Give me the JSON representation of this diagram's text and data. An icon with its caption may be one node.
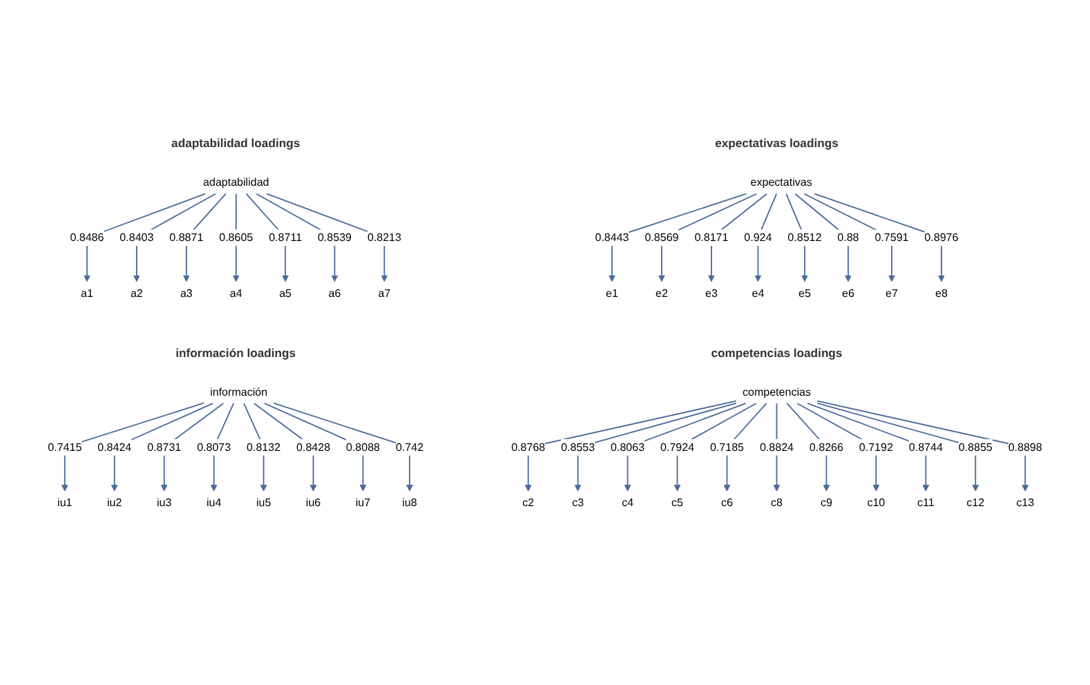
{
  "diagram": {
    "nodes": [
      {
        "text": [
          "competencias"
        ]
      },
      {
        "text": [
          "c2"
        ]
      },
      {
        "text": [
          "c3"
        ]
      },
      {
        "text": [
          "c4"
        ]
      },
      {
        "text": [
          "c5"
        ]
      },
      {
        "text": [
          "c6"
        ]
      },
      {
        "text": [
          "c8"
        ]
      },
      {
        "text": [
          "c9"
        ]
      },
      {
        "text": [
          "c10"
        ]
      },
      {
        "text": [
          "c11"
        ]
      },
      {
        "text": [
          "c12"
        ]
      },
      {
        "text": [
          "c13"
        ]
      },
      {
        "text": [
          "información"
        ]
      },
      {
        "text": [
          "iu1"
        ]
      },
      {
        "text": [
          "iu2"
        ]
      },
      {
        "text": [
          "iu3"
        ]
      },
      {
        "text": [
          "iu4"
        ]
      },
      {
        "text": [
          "iu5"
        ]
      },
      {
        "text": [
          "iu6"
        ]
      },
      {
        "text": [
          "iu7"
        ]
      },
      {
        "text": [
          "iu8"
        ]
      },
      {
        "text": [
          "expectativas"
        ]
      },
      {
        "text": [
          "e1"
        ]
      },
      {
        "text": [
          "e2"
        ]
      },
      {
        "text": [
          "e3"
        ]
      },
      {
        "text": [
          "e4"
        ]
      },
      {
        "text": [
          "e5"
        ]
      },
      {
        "text": [
          "e6"
        ]
      },
      {
        "text": [
          "e7"
        ]
      },
      {
        "text": [
          "e8"
        ]
      },
      {
        "text": [
          "adaptabilidad"
        ]
      },
      {
        "text": [
          "a1"
        ]
      },
      {
        "text": [
          "a2"
        ]
      },
      {
        "text": [
          "a3"
        ]
      },
      {
        "text": [
          "a4"
        ]
      },
      {
        "text": [
          "a5"
        ]
      },
      {
        "text": [
          "a6"
        ]
      },
      {
        "text": [
          "a7"
        ]
      }
    ],
    "edges": [
      {
        "from": 0,
        "to": 1,
        "arrow": "to",
        "label": "0.8768"
      },
      {
        "from": 0,
        "to": 2,
        "arrow": "to",
        "label": "0.8553"
      },
      {
        "from": 0,
        "to": 3,
        "arrow": "to",
        "label": "0.8063"
      },
      {
        "from": 0,
        "to": 4,
        "arrow": "to",
        "label": "0.7924"
      },
      {
        "from": 0,
        "to": 5,
        "arrow": "to",
        "label": "0.7185"
      },
      {
        "from": 0,
        "to": 6,
        "arrow": "to",
        "label": "0.8824"
      },
      {
        "from": 0,
        "to": 7,
        "arrow": "to",
        "label": "0.8266"
      },
      {
        "from": 0,
        "to": 8,
        "arrow": "to",
        "label": "0.7192"
      },
      {
        "from": 0,
        "to": 9,
        "arrow": "to",
        "label": "0.8744"
      },
      {
        "from": 0,
        "to": 10,
        "arrow": "to",
        "label": "0.8855"
      },
      {
        "from": 0,
        "to": 11,
        "arrow": "to",
        "label": "0.8898"
      },
      {
        "from": 12,
        "to": 13,
        "arrow": "to",
        "label": "0.7415"
      },
      {
        "from": 12,
        "to": 14,
        "arrow": "to",
        "label": "0.8424"
      },
      {
        "from": 12,
        "to": 15,
        "arrow": "to",
        "label": "0.8731"
      },
      {
        "from": 12,
        "to": 16,
        "arrow": "to",
        "label": "0.8073"
      },
      {
        "from": 12,
        "to": 17,
        "arrow": "to",
        "label": "0.8132"
      },
      {
        "from": 12,
        "to": 18,
        "arrow": "to",
        "label": "0.8428"
      },
      {
        "from": 12,
        "to": 19,
        "arrow": "to",
        "label": "0.8088"
      },
      {
        "from": 12,
        "to": 20,
        "arrow": "to",
        "label": "0.742"
      },
      {
        "from": 21,
        "to": 22,
        "arrow": "to",
        "label": "0.8443"
      },
      {
        "from": 21,
        "to": 23,
        "arrow": "to",
        "label": "0.8569"
      },
      {
        "from": 21,
        "to": 24,
        "arrow": "to",
        "label": "0.8171"
      },
      {
        "from": 21,
        "to": 25,
        "arrow": "to",
        "label": "0.924"
      },
      {
        "from": 21,
        "to": 26,
        "arrow": "to",
        "label": "0.8512"
      },
      {
        "from": 21,
        "to": 27,
        "arrow": "to",
        "label": "0.88"
      },
      {
        "from": 21,
        "to": 28,
        "arrow": "to",
        "label": "0.7591"
      },
      {
        "from": 21,
        "to": 29,
        "arrow": "to",
        "label": "0.8976"
      },
      {
        "from": 30,
        "to": 31,
        "arrow": "to",
        "label": "0.8486"
      },
      {
        "from": 30,
        "to": 32,
        "arrow": "to",
        "label": "0.8403"
      },
      {
        "from": 30,
        "to": 33,
        "arrow": "to",
        "label": "0.8871"
      },
      {
        "from": 30,
        "to": 34,
        "arrow": "to",
        "label": "0.8605"
      },
      {
        "from": 30,
        "to": 35,
        "arrow": "to",
        "label": "0.8711"
      },
      {
        "from": 30,
        "to": 36,
        "arrow": "to",
        "label": "0.8539"
      },
      {
        "from": 30,
        "to": 37,
        "arrow": "to",
        "label": "0.8213"
      }
    ],
    "labels": [
      "competencias loadings",
      "información loadings",
      "expectativas loadings",
      "adaptabilidad loadings"
    ]
  }
}
